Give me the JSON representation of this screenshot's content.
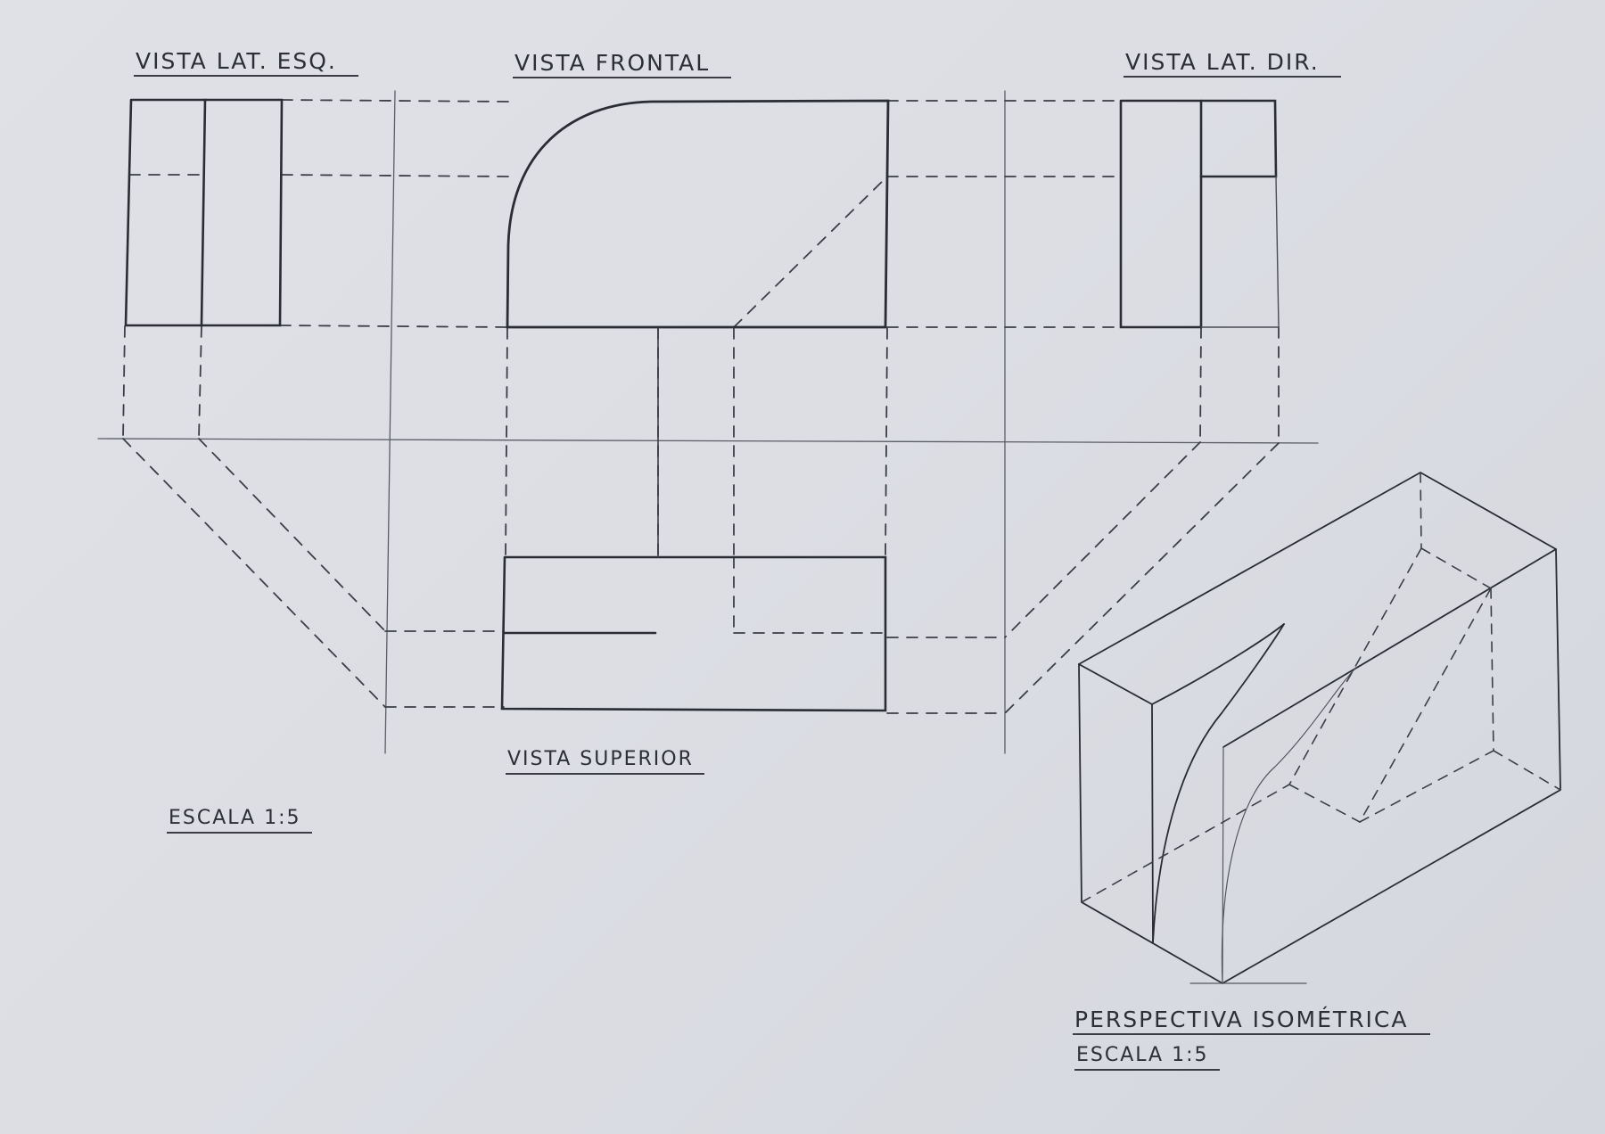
{
  "drawing": {
    "labels": {
      "left_side_view": "VISTA LAT. ESQ.",
      "front_view": "VISTA FRONTAL",
      "right_side_view": "VISTA LAT. DIR.",
      "top_view": "VISTA SUPERIOR",
      "scale_main": "ESCALA 1:5",
      "isometric_title": "PERSPECTIVA ISOMÉTRICA",
      "isometric_scale": "ESCALA 1:5"
    },
    "colors": {
      "paper": "#dcdee4",
      "ink_solid": "#2a2d33",
      "ink_construction": "#3c3f46"
    }
  }
}
